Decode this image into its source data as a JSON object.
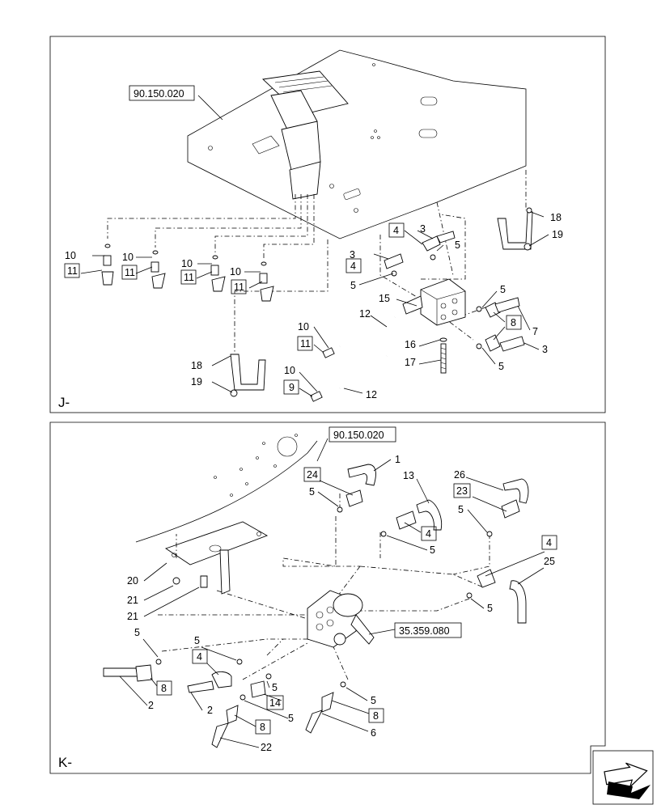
{
  "panels": [
    {
      "id": "J",
      "label": "J-"
    },
    {
      "id": "K",
      "label": "K-"
    }
  ],
  "references": {
    "j_floor_plate": "90.150.020",
    "k_floor_plate": "90.150.020",
    "k_valve": "35.359.080"
  },
  "j_callouts": {
    "c1": "10",
    "c2": "10",
    "c3": "10",
    "c4": "10",
    "b1": "11",
    "b2": "11",
    "b3": "11",
    "b4": "11",
    "c5": "18",
    "c6": "19",
    "c7": "18",
    "c8": "19",
    "c9": "3",
    "c10": "3",
    "b5": "4",
    "b6": "4",
    "c11": "5",
    "c12": "5",
    "c13": "15",
    "c14": "12",
    "c15": "10",
    "b7": "11",
    "c16": "10",
    "b8": "9",
    "c17": "12",
    "c18": "16",
    "c19": "17",
    "c20": "5",
    "b9": "8",
    "c21": "7",
    "c22": "3",
    "c23": "5"
  },
  "k_callouts": {
    "c1": "1",
    "b1": "24",
    "c2": "5",
    "c3": "13",
    "b2": "4",
    "c4": "5",
    "c5": "26",
    "b3": "23",
    "c6": "5",
    "b4": "4",
    "c7": "25",
    "c8": "5",
    "c9": "20",
    "c10": "21",
    "c11": "21",
    "c12": "5",
    "b5": "8",
    "c13": "2",
    "c14": "5",
    "b6": "4",
    "c15": "2",
    "c16": "5",
    "b7": "14",
    "c17": "5",
    "b8": "8",
    "c18": "22",
    "c19": "5",
    "b9": "8",
    "c20": "6"
  },
  "nav_icon": "arrow-icon"
}
